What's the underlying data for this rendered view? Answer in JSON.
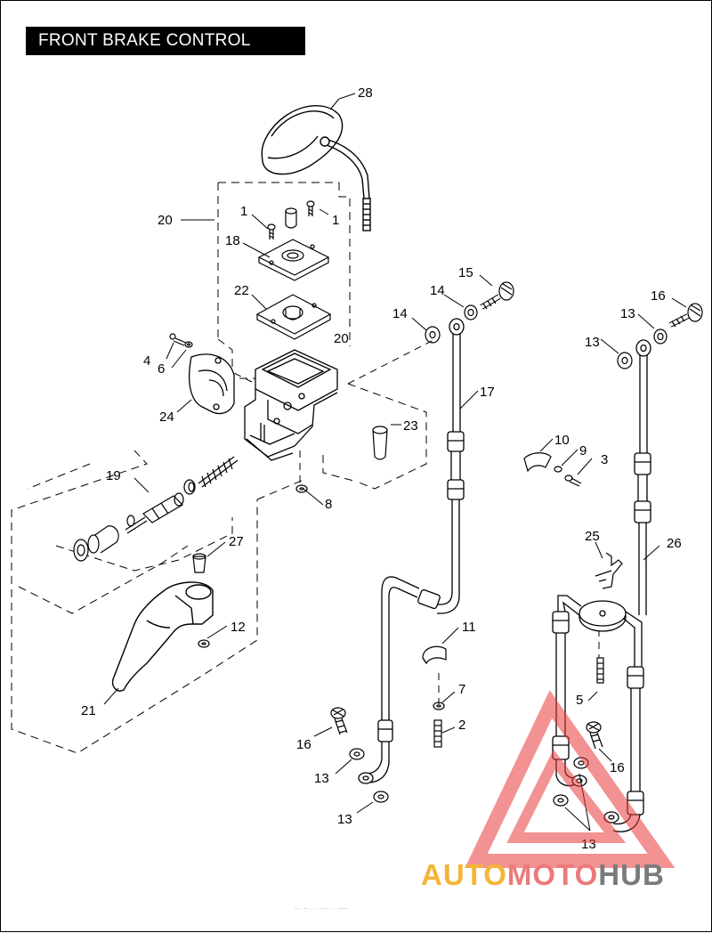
{
  "title": "FRONT BRAKE CONTROL",
  "callouts": {
    "c1a": "1",
    "c1b": "1",
    "c2": "2",
    "c3": "3",
    "c4": "4",
    "c5": "5",
    "c6": "6",
    "c7": "7",
    "c8": "8",
    "c9": "9",
    "c10": "10",
    "c11": "11",
    "c12": "12",
    "c13a": "13",
    "c13b": "13",
    "c13c": "13",
    "c13d": "13",
    "c13e": "13",
    "c14a": "14",
    "c14b": "14",
    "c15": "15",
    "c16a": "16",
    "c16b": "16",
    "c16c": "16",
    "c17": "17",
    "c18": "18",
    "c19": "19",
    "c20a": "20",
    "c20b": "20",
    "c21": "21",
    "c22": "22",
    "c23": "23",
    "c24": "24",
    "c25": "25",
    "c26": "26",
    "c27": "27",
    "c28": "28"
  },
  "watermark": {
    "part1": "AUTO",
    "part2": "MOTO",
    "part3": "HUB",
    "triangle_color": "#e83a3a",
    "colors": [
      "#f4b436",
      "#ec7a7a",
      "#7b7b7b"
    ]
  },
  "footer_note": "~ · ~  ··· ·  ~~  · · ~~~"
}
